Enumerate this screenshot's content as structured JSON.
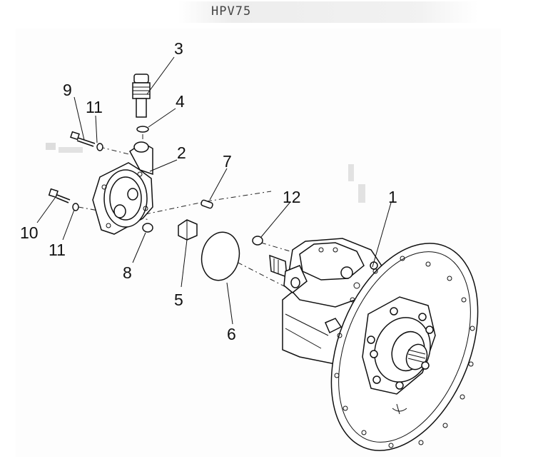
{
  "title": "HPV75",
  "callouts": {
    "c1": "1",
    "c2": "2",
    "c3": "3",
    "c4": "4",
    "c5": "5",
    "c6": "6",
    "c7": "7",
    "c8": "8",
    "c9": "9",
    "c10": "10",
    "c11a": "11",
    "c11b": "11",
    "c12": "12"
  }
}
